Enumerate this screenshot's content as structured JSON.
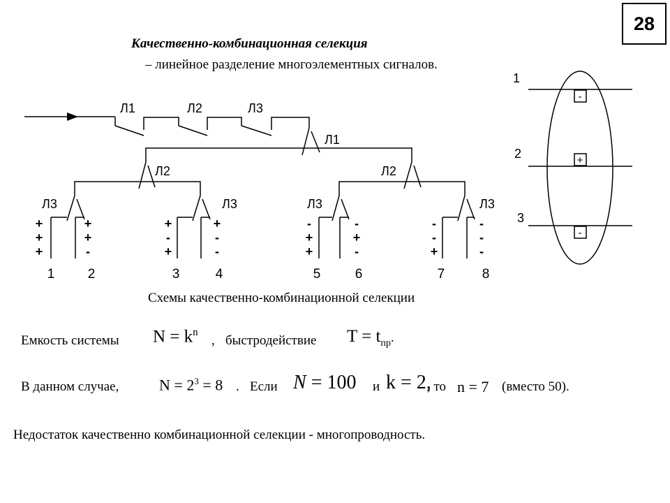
{
  "page_number": "28",
  "title": "Качественно-комбинационная селекция",
  "subtitle": "– линейное разделение многоэлементных сигналов.",
  "diagram": {
    "switch_labels": {
      "top_l1": "Л1",
      "top_l2": "Л2",
      "top_l3": "Л3",
      "second_l1": "Л1",
      "l2_left": "Л2",
      "l2_right": "Л2",
      "l3_1": "Л3",
      "l3_2": "Л3",
      "l3_3": "Л3",
      "l3_4": "Л3"
    },
    "outputs": [
      {
        "number": "1",
        "signs": [
          "+",
          "+",
          "+"
        ]
      },
      {
        "number": "2",
        "signs": [
          "+",
          "+",
          "-"
        ]
      },
      {
        "number": "3",
        "signs": [
          "+",
          "-",
          "+"
        ]
      },
      {
        "number": "4",
        "signs": [
          "+",
          "-",
          "-"
        ]
      },
      {
        "number": "5",
        "signs": [
          "-",
          "+",
          "+"
        ]
      },
      {
        "number": "6",
        "signs": [
          "-",
          "+",
          "-"
        ]
      },
      {
        "number": "7",
        "signs": [
          "-",
          "-",
          "+"
        ]
      },
      {
        "number": "8",
        "signs": [
          "-",
          "-",
          "-"
        ]
      }
    ],
    "caption": "Схемы качественно-комбинационной селекции"
  },
  "ellipse_diagram": {
    "lines": [
      {
        "label": "1",
        "sign": "-"
      },
      {
        "label": "2",
        "sign": "+"
      },
      {
        "label": "3",
        "sign": "-"
      }
    ]
  },
  "capacity": {
    "label": "Емкость системы",
    "formula_lhs": "N",
    "formula_base": "k",
    "formula_exp": "n",
    "separator": ",",
    "speed_label": "быстродействие",
    "speed_lhs": "T",
    "speed_rhs": "t",
    "speed_sub": "пр",
    "end": "."
  },
  "example": {
    "prefix": "В данном случае,",
    "eq_lhs": "N",
    "eq_base": "2",
    "eq_exp": "3",
    "eq_result": "8",
    "dot": ".",
    "if_word": "Если",
    "n_value_lhs": "N",
    "n_value": "100",
    "and_word": "и",
    "k_lhs": "k",
    "k_value": "2,",
    "then_word": ", то",
    "n_lhs": "n",
    "n_value_result": "7",
    "note": "(вместо 50)."
  },
  "drawback": "Недостаток качественно комбинационной селекции - многопроводность.",
  "colors": {
    "ink": "#000000",
    "background": "#ffffff"
  }
}
